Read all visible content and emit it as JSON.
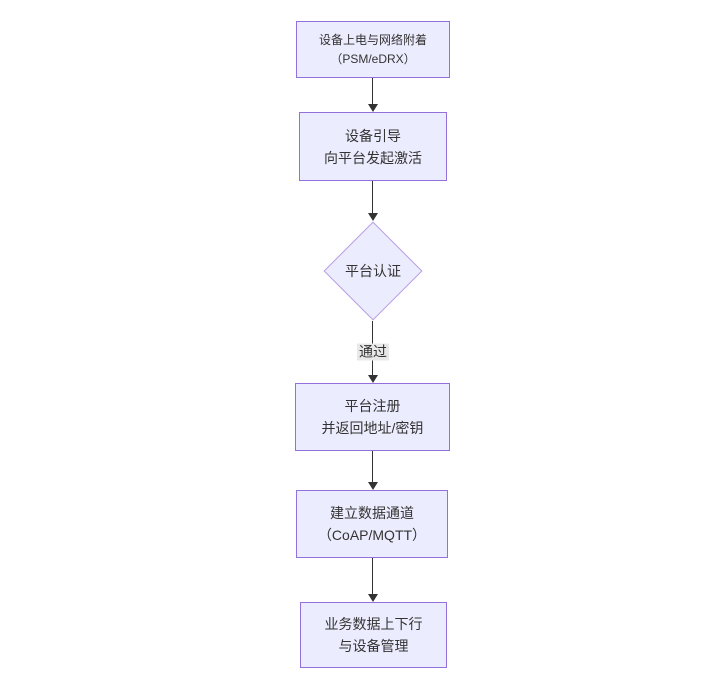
{
  "diagram": {
    "type": "flowchart-top-down",
    "colors": {
      "node_fill": "#ECECFF",
      "node_border": "#9370DB",
      "diamond_border": "#b79ce0",
      "edge_stroke": "#333333",
      "text": "#333333",
      "edge_label_bg": "#e8e8e8",
      "background": "#ffffff"
    },
    "nodes": {
      "power": {
        "shape": "rect",
        "line1": "设备上电与网络附着",
        "line2": "（PSM/eDRX）"
      },
      "boot": {
        "shape": "rect",
        "line1": "设备引导",
        "line2": "向平台发起激活"
      },
      "auth": {
        "shape": "diamond",
        "line1": "平台认证"
      },
      "register": {
        "shape": "rect",
        "line1": "平台注册",
        "line2": "并返回地址/密钥"
      },
      "channel": {
        "shape": "rect",
        "line1": "建立数据通道",
        "line2": "（CoAP/MQTT）"
      },
      "business": {
        "shape": "rect",
        "line1": "业务数据上下行",
        "line2": "与设备管理"
      }
    },
    "edges": {
      "auth_to_register_label": "通过"
    },
    "flow": [
      "power -> boot",
      "boot -> auth",
      "auth -> register (通过)",
      "register -> channel",
      "channel -> business"
    ]
  }
}
